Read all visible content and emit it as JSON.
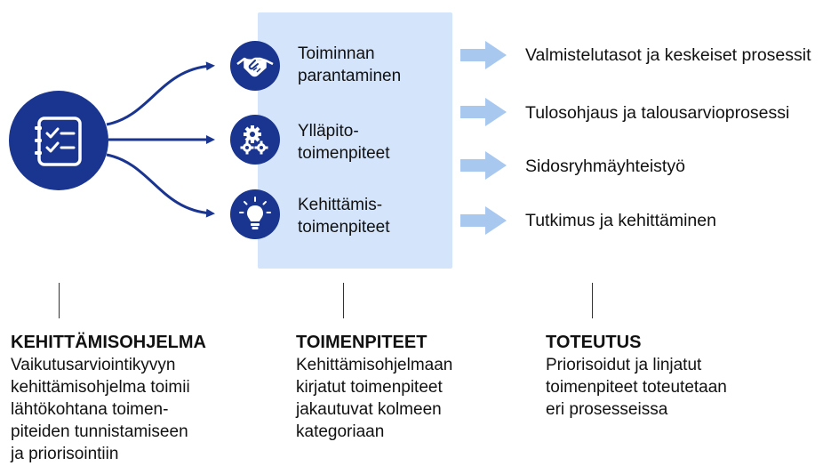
{
  "categories": [
    {
      "label": "Toiminnan\nparantaminen",
      "icon": "handshake-icon"
    },
    {
      "label": "Ylläpito-\ntoimenpiteet",
      "icon": "gears-icon"
    },
    {
      "label": "Kehittämis-\ntoimenpiteet",
      "icon": "lightbulb-icon"
    }
  ],
  "outputs": [
    "Valmistelutasot ja keskeiset prosessit",
    "Tulosohjaus ja talousarvioprosessi",
    "Sidosryhmäyhteistyö",
    "Tutkimus ja kehittäminen"
  ],
  "columns": [
    {
      "title": "KEHITTÄMISOHJELMA",
      "desc": "Vaikutusarviointikyvyn\nkehittämisohjelma toimii\nlähtökohtana toimen-\npiteiden tunnistamiseen\nja priorisointiin"
    },
    {
      "title": "TOIMENPITEET",
      "desc": "Kehittämisohjelmaan\nkirjatut toimenpiteet\njakautuvat kolmeen\nkategoriaan"
    },
    {
      "title": "TOTEUTUS",
      "desc": "Priorisoidut ja linjatut\ntoimenpiteet toteutetaan\neri prosesseissa"
    }
  ],
  "icons": {
    "main": "checklist-icon"
  },
  "colors": {
    "dark_blue": "#1a3590",
    "panel_blue": "#d4e4fa",
    "arrow_blue": "#a8c8f0"
  }
}
